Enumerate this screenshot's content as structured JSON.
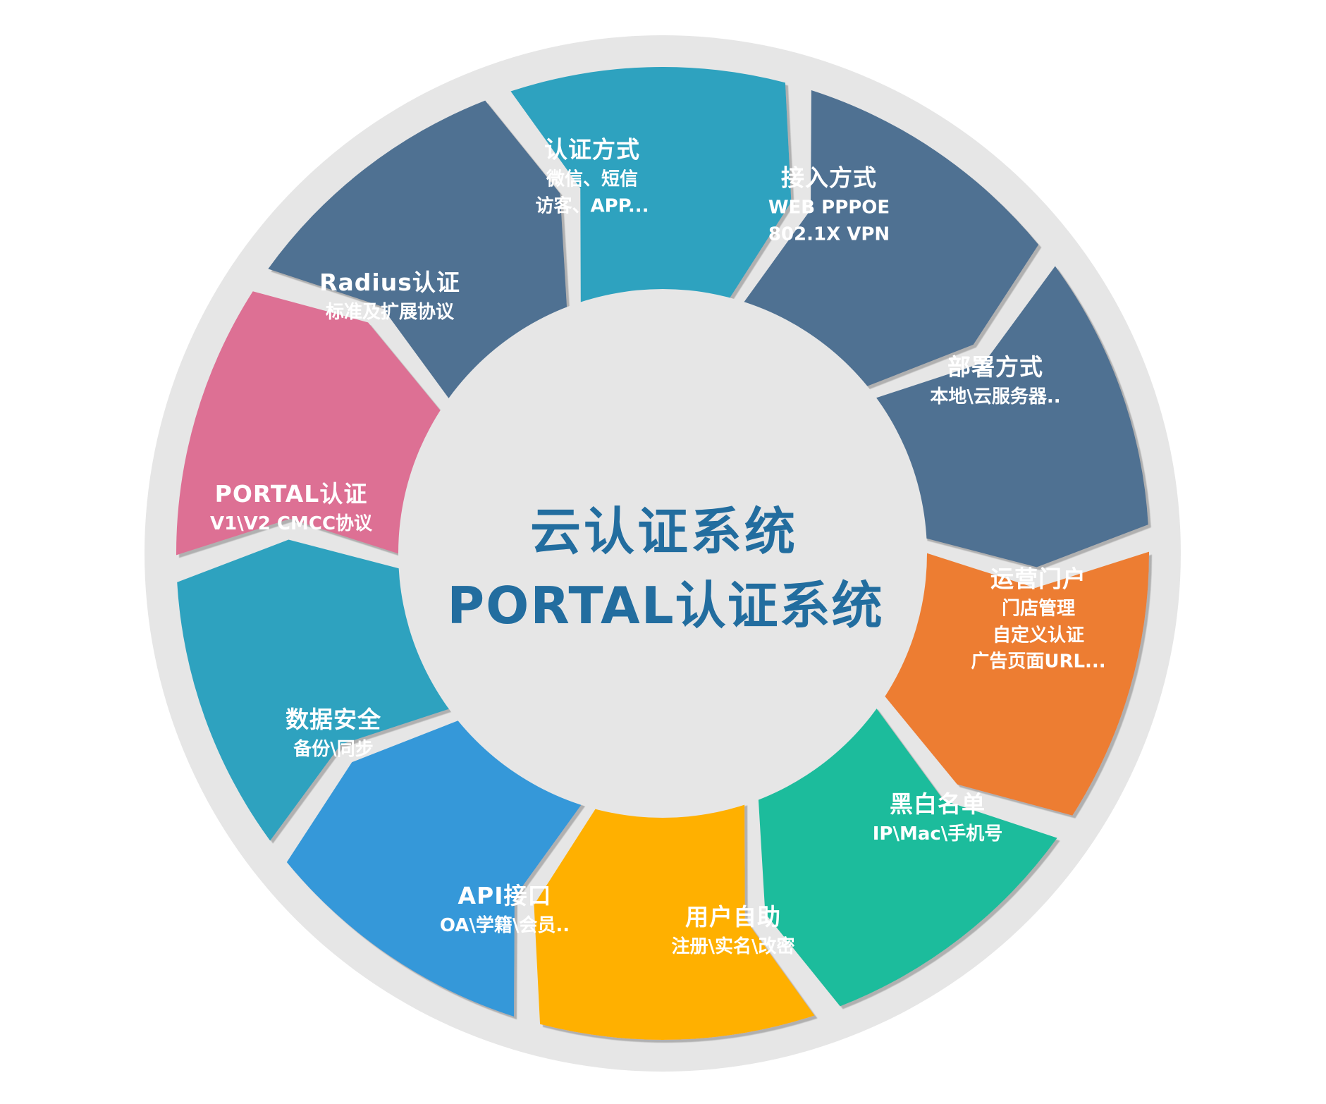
{
  "center": {
    "line1": "云认证系统",
    "line2": "PORTAL认证系统",
    "color": "#226d9f"
  },
  "colors": {
    "outer_ring": "#e6e6e6",
    "hub": "#e6e6e6",
    "background": "#ffffff"
  },
  "segments": [
    {
      "id": "auth-method",
      "title": "认证方式",
      "lines": [
        "微信、短信",
        "访客、APP..."
      ],
      "color": "#2ea2bf"
    },
    {
      "id": "access-method",
      "title": "接入方式",
      "lines": [
        "WEB PPPOE",
        "802.1X VPN"
      ],
      "color": "#507192"
    },
    {
      "id": "deploy-method",
      "title": "部署方式",
      "lines": [
        "本地\\云服务器.."
      ],
      "color": "#507192"
    },
    {
      "id": "ops-portal",
      "title": "运营门户",
      "lines": [
        "门店管理",
        "自定义认证",
        "广告页面URL..."
      ],
      "color": "#ed7d31"
    },
    {
      "id": "black-white-list",
      "title": "黑白名单",
      "lines": [
        "IP\\Mac\\手机号"
      ],
      "color": "#1dbc9c"
    },
    {
      "id": "user-self-service",
      "title": "用户自助",
      "lines": [
        "注册\\实名\\改密"
      ],
      "color": "#ffb000"
    },
    {
      "id": "api-interface",
      "title": "API接口",
      "lines": [
        "OA\\学籍\\会员.."
      ],
      "color": "#3698d9"
    },
    {
      "id": "data-security",
      "title": "数据安全",
      "lines": [
        "备份\\同步"
      ],
      "color": "#2ea2bf"
    },
    {
      "id": "portal-auth",
      "title": "PORTAL认证",
      "lines": [
        "V1\\V2 CMCC协议"
      ],
      "color": "#dd7094"
    },
    {
      "id": "radius-auth",
      "title": "Radius认证",
      "lines": [
        "标准及扩展协议"
      ],
      "color": "#507192"
    }
  ]
}
